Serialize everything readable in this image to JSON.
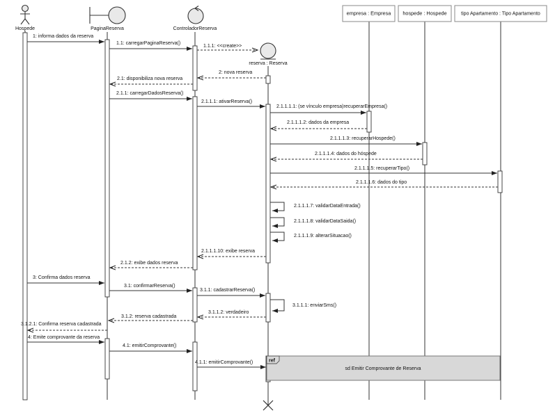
{
  "diagram": {
    "lifelines": [
      {
        "label": "Hospede",
        "icon": "actor-icon"
      },
      {
        "label": "PaginaReserva",
        "icon": "boundary-icon"
      },
      {
        "label": "ControladorReserva",
        "icon": "control-icon"
      },
      {
        "label": "reserva : Reserva",
        "icon": "entity-icon"
      },
      {
        "label": "empresa : Empresa"
      },
      {
        "label": "hospede : Hospede"
      },
      {
        "label": "tipo Apartamento : Tipo Apartamento"
      }
    ],
    "messages": [
      "1: informa dados da reserva",
      "1.1: carregarPaginaReserva()",
      "1.1.1: <<create>>",
      "2: nova reserva",
      "2.1: disponibiliza nova reserva",
      "2.1.1: carregarDadosReserva()",
      "2.1.1.1: ativarReserva()",
      "2.1.1.1.1: (se vínculo empresa)recuperarEmpresa()",
      "2.1.1.1.2: dados da empresa",
      "2.1.1.1.3: recuperarHospede()",
      "2.1.1.1.4: dados do hóspede",
      "2.1.1.1.5: recuperarTipo()",
      "2.1.1.1.6: dados do tipo",
      "2.1.1.1.7: validarDataEntrada()",
      "2.1.1.1.8: validarDataSaida()",
      "2.1.1.1.9: alterarSituacao()",
      "2.1.1.1.10: exibe reserva",
      "2.1.2: exibe dados reserva",
      "3: Confirma dados reserva",
      "3.1: confirmarReserva()",
      "3.1.1: cadastrarReserva()",
      "3.1.1.1: enviarSms()",
      "3.1.1.2: verdadeiro",
      "3.1.2: reserva cadastrada",
      "3.1.2.1: Confirma reserva cadastrada",
      "4: Emite comprovante da reserva",
      "4.1: emitirComprovante()",
      "4.1.1: emitirComprovante()"
    ],
    "ref_frame": {
      "tag": "ref",
      "label": "sd Emitir Comprovante de Reserva"
    }
  },
  "colors": {
    "line": "#333333",
    "icon_fill": "#e9e9e9",
    "ref_fill": "#d8d8d8",
    "box_stroke": "#8a8a8a"
  }
}
